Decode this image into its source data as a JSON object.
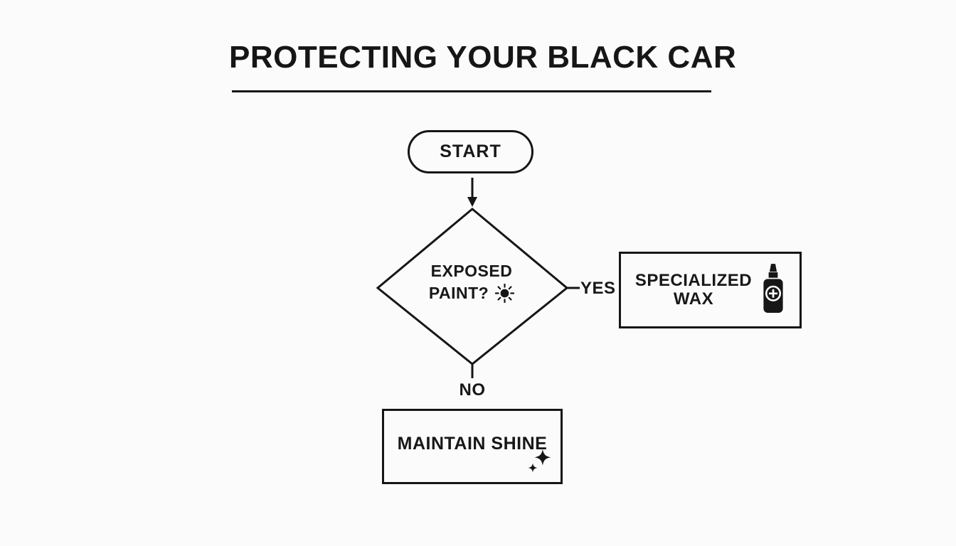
{
  "colors": {
    "background": "#fbfbfc",
    "ink": "#161616"
  },
  "title": {
    "text": "PROTECTING YOUR BLACK CAR"
  },
  "flowchart": {
    "start": {
      "label": "START"
    },
    "decision": {
      "line1": "EXPOSED",
      "line2": "PAINT?",
      "icon": "sun-icon"
    },
    "branches": {
      "yes": {
        "label": "YES"
      },
      "no": {
        "label": "NO"
      }
    },
    "process_yes": {
      "line1": "SPECIALIZED",
      "line2": "WAX",
      "icon": "wax-bottle-icon"
    },
    "process_no": {
      "label": "MAINTAIN SHINE",
      "icon": "sparkles-icon"
    }
  }
}
